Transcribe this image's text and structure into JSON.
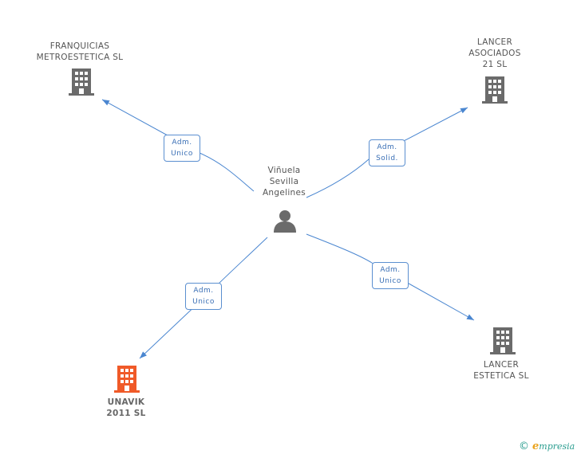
{
  "center": {
    "lines": [
      "Viñuela",
      "Sevilla",
      "Angelines"
    ],
    "icon": "person-icon"
  },
  "companies": [
    {
      "id": "franquicias",
      "lines": [
        "FRANQUICIAS",
        "METROESTETICA SL"
      ],
      "icon": "building-icon",
      "color": "#6b6b6b"
    },
    {
      "id": "lancer-asociados",
      "lines": [
        "LANCER",
        "ASOCIADOS",
        "21 SL"
      ],
      "icon": "building-icon",
      "color": "#6b6b6b"
    },
    {
      "id": "unavik",
      "lines": [
        "UNAVIK",
        "2011 SL"
      ],
      "icon": "building-icon",
      "color": "#f05a28"
    },
    {
      "id": "lancer-estetica",
      "lines": [
        "LANCER",
        "ESTETICA SL"
      ],
      "icon": "building-icon",
      "color": "#6b6b6b"
    }
  ],
  "edges": [
    {
      "target": "franquicias",
      "lines": [
        "Adm.",
        "Unico"
      ]
    },
    {
      "target": "lancer-asociados",
      "lines": [
        "Adm.",
        "Solid."
      ]
    },
    {
      "target": "unavik",
      "lines": [
        "Adm.",
        "Unico"
      ]
    },
    {
      "target": "lancer-estetica",
      "lines": [
        "Adm.",
        "Unico"
      ]
    }
  ],
  "colors": {
    "edge": "#4a86d0",
    "icon": "#6b6b6b",
    "highlight": "#f05a28"
  },
  "footer": {
    "copyright": "©",
    "brand_initial": "e",
    "brand_rest": "mpresia"
  }
}
